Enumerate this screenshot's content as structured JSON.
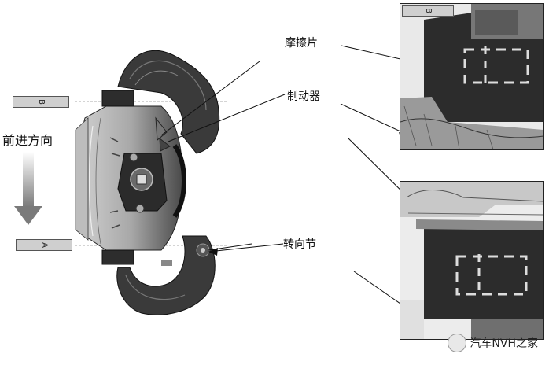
{
  "direction_label": "前进方向",
  "section_tags": {
    "B": "B",
    "A": "A",
    "B_detail": "B"
  },
  "callouts": {
    "pad": "摩擦片",
    "caliper": "制动器",
    "knuckle": "转向节"
  },
  "watermark": "汽车NVH之家"
}
